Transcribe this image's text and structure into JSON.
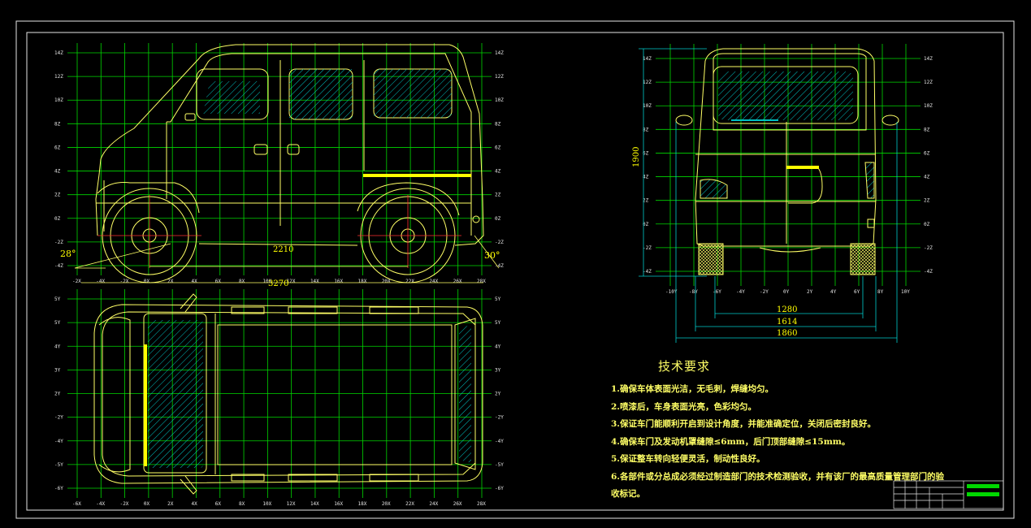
{
  "side_view": {
    "y_ticks": [
      "14Z",
      "12Z",
      "10Z",
      "8Z",
      "6Z",
      "4Z",
      "2Z",
      "0Z",
      "-2Z",
      "-4Z"
    ],
    "x_ticks": [
      "-2X",
      "-4X",
      "-2X",
      "0X",
      "2X",
      "4X",
      "6X",
      "8X",
      "10X",
      "12X",
      "14X",
      "16X",
      "18X",
      "20X",
      "22X",
      "24X",
      "26X",
      "28X"
    ],
    "approach_angle": "28°",
    "departure_angle": "30°",
    "wheelbase": "2210",
    "overall_length": "3270"
  },
  "top_view": {
    "y_ticks": [
      "5Y",
      "5Y",
      "4Y",
      "3Y",
      "2Y",
      "-2Y",
      "-4Y",
      "-5Y",
      "-6Y"
    ],
    "x_ticks": [
      "-6X",
      "-4X",
      "-2X",
      "0X",
      "2X",
      "4X",
      "6X",
      "8X",
      "10X",
      "12X",
      "14X",
      "16X",
      "18X",
      "20X",
      "22X",
      "24X",
      "26X",
      "28X"
    ]
  },
  "rear_view": {
    "y_ticks": [
      "14Z",
      "12Z",
      "10Z",
      "8Z",
      "6Z",
      "4Z",
      "2Z",
      "0Z",
      "-2Z",
      "-4Z"
    ],
    "x_ticks": [
      "-10Y",
      "-8Y",
      "-6Y",
      "-4Y",
      "-2Y",
      "0Y",
      "2Y",
      "4Y",
      "6Y",
      "8Y",
      "10Y"
    ],
    "overall_height": "1900",
    "dim_1": "1280",
    "dim_2": "1614",
    "overall_width": "1860"
  },
  "technical_requirements": {
    "title": "技术要求",
    "items": [
      "1.确保车体表面光洁，无毛刺，焊缝均匀。",
      "2.喷漆后，车身表面光亮，色彩均匀。",
      "3.保证车门能顺利开启到设计角度，并能准确定位，关闭后密封良好。",
      "4.确保车门及发动机罩缝隙≤6mm，后门顶部缝隙≤15mm。",
      "5.保证整车转向轻便灵活，制动性良好。",
      "6.各部件或分总成必须经过制造部门的技术检测验收，并有该厂的最高质量管理部门的验",
      "收标记。"
    ]
  },
  "colors": {
    "grid": "#00d800",
    "body": "#ffff66",
    "glass": "#00c0c0",
    "text": "#ffff00",
    "frame": "#e6e6e6",
    "dim": "#00cccc"
  }
}
